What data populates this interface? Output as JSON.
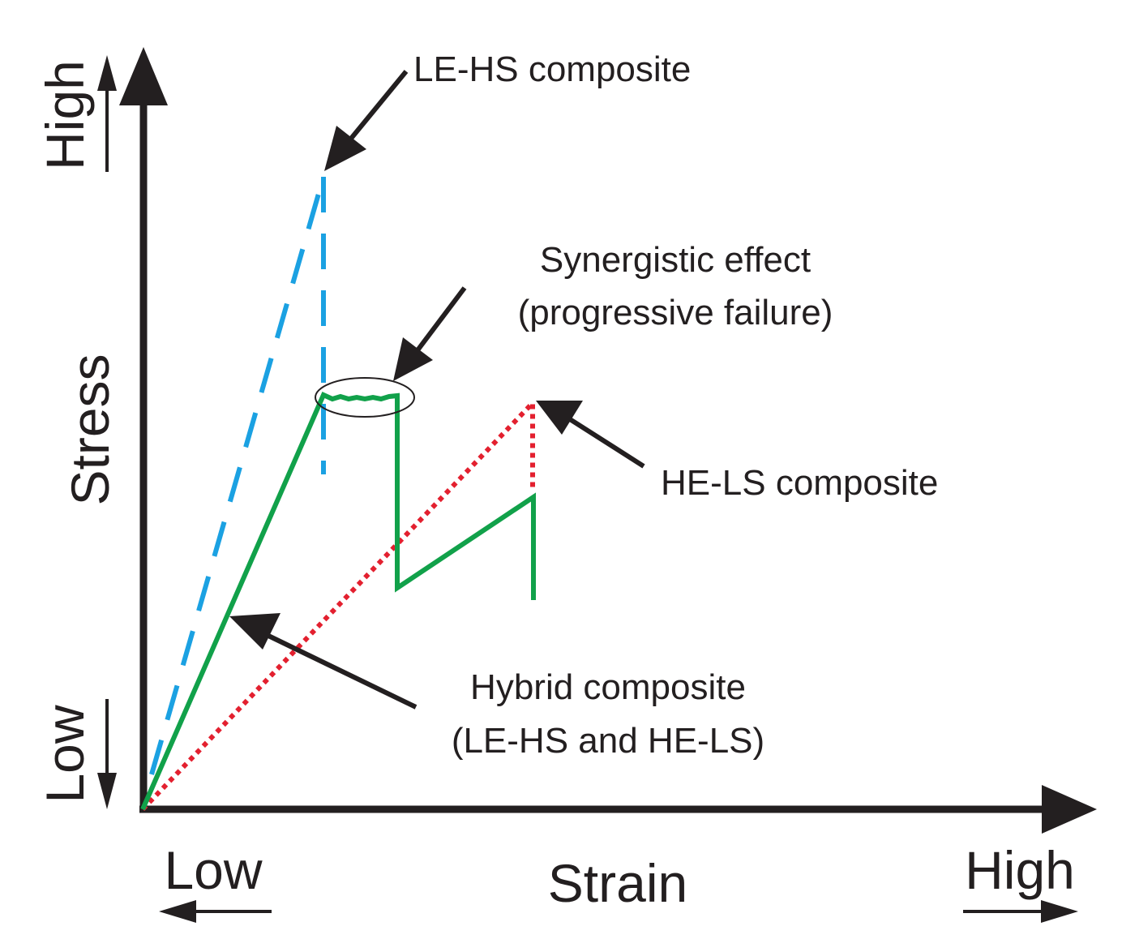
{
  "axes": {
    "x_title": "Strain",
    "y_title": "Stress",
    "x_low": "Low",
    "x_high": "High",
    "y_low": "Low",
    "y_high": "High"
  },
  "curves": {
    "le_hs": {
      "color": "#1ba1e2",
      "style": "dashed"
    },
    "he_ls": {
      "color": "#e3202f",
      "style": "dotted"
    },
    "hybrid": {
      "color": "#11a14a",
      "style": "solid"
    }
  },
  "annotations": {
    "le_hs": "LE-HS composite",
    "synergy_line1": "Synergistic effect",
    "synergy_line2": "(progressive failure)",
    "he_ls": "HE-LS composite",
    "hybrid_line1": "Hybrid composite",
    "hybrid_line2": "(LE-HS and HE-LS)"
  }
}
